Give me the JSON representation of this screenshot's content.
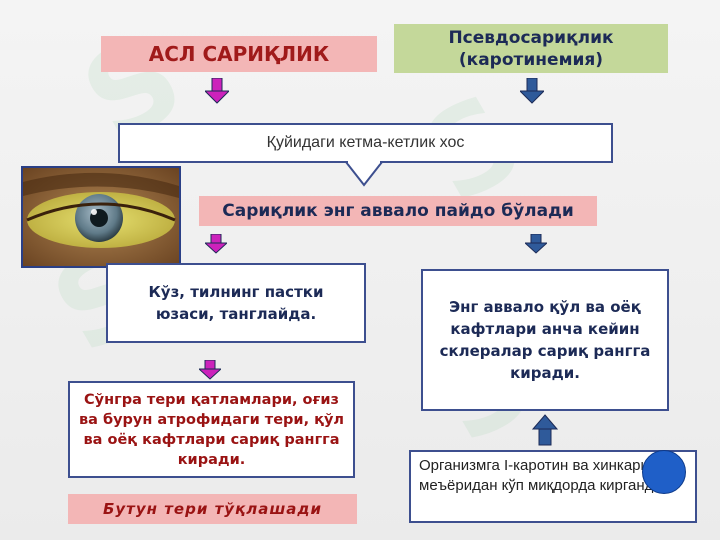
{
  "boxes": {
    "true_jaundice": "АСЛ САРИҚЛИК",
    "pseudo_jaundice": "Псевдосариқлик (каротинемия)",
    "sequence_note": "Қуйидаги кетма-кетлик хос",
    "first_appears": "Сариқлик энг аввало пайдо бўлади",
    "eyes_tongue": "Кўз, тилнинг пастки юзаси, танглайда.",
    "then_skin": "Сўнгра тери қатламлари, оғиз ва бурун атрофидаги тери, қўл ва оёқ кафтлари сариқ рангга киради.",
    "whole_skin": "Бутун тери тўқлашади",
    "palms_first": "Энг аввало қўл ва оёқ кафтлари анча кейин склералар сариқ рангга киради.",
    "carotene_excess": "Организмга I-каротин ва хинкаринни меъёридан кўп миқдорда кирганда"
  },
  "colors": {
    "pink": "#f3b6b6",
    "green": "#c4d89a",
    "border": "#3d4f8f",
    "arrow_blue": "#2f5a9a",
    "arrow_magenta": "#cc22bb",
    "circle": "#1f5fc8"
  },
  "icons": {
    "eye_photo": "yellow-eye-photo",
    "down_arrow": "down-arrow-icon",
    "up_arrow": "up-arrow-icon",
    "callout_arrow": "hollow-down-arrow-icon",
    "circle": "blue-circle-icon"
  }
}
